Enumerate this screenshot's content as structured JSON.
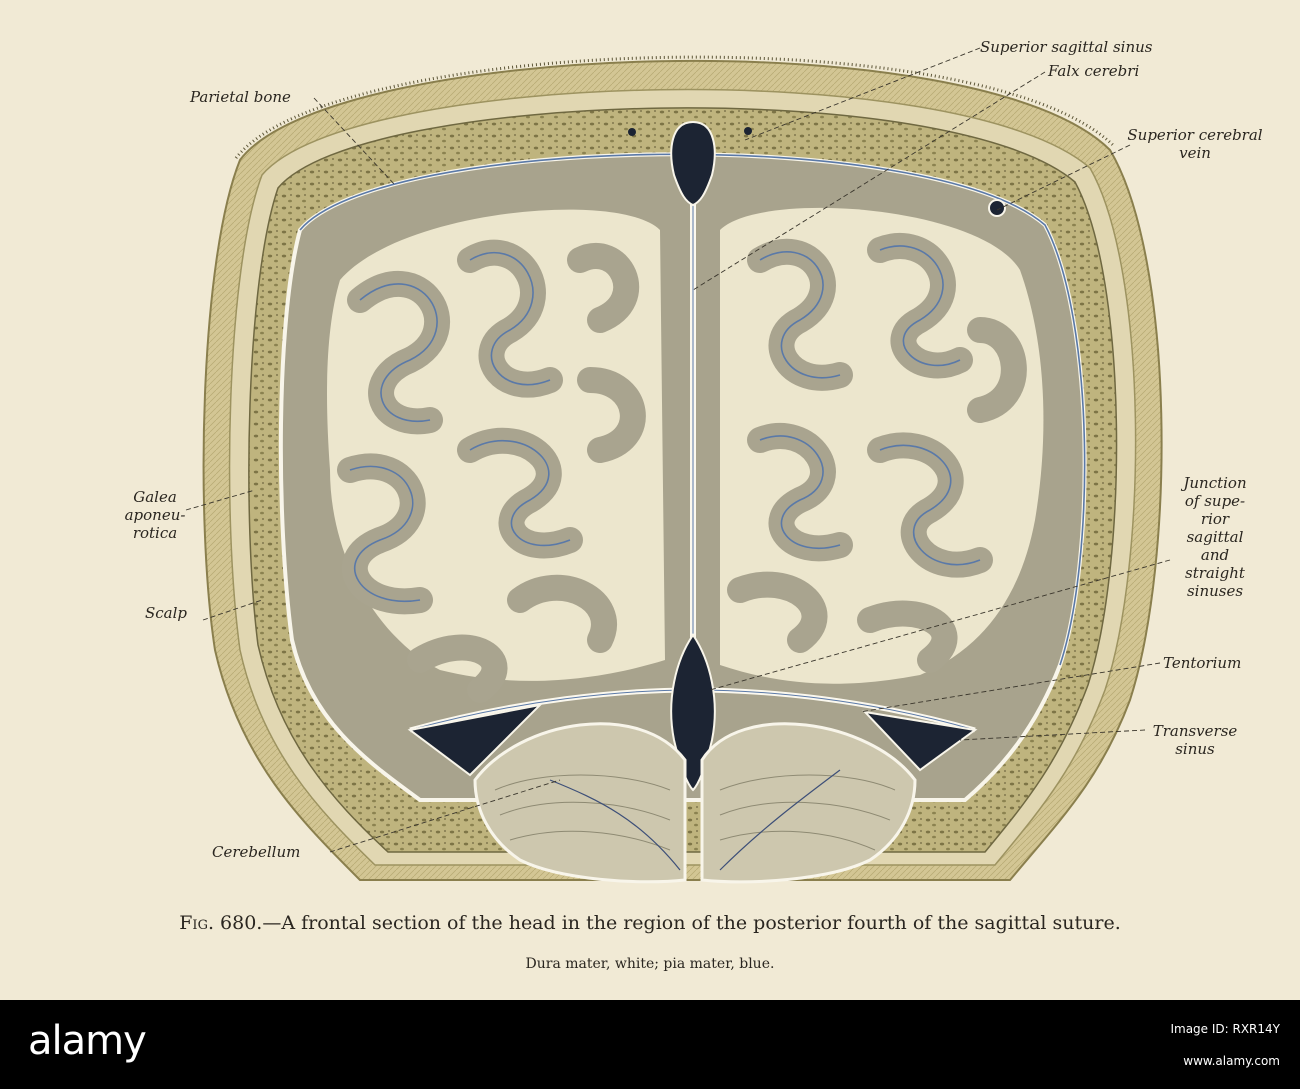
{
  "figure": {
    "labels": {
      "parietal_bone": "Parietal bone",
      "superior_sagittal_sinus": "Superior sagittal sinus",
      "falx_cerebri": "Falx cerebri",
      "superior_cerebral_vein": [
        "Superior cerebral",
        "vein"
      ],
      "galea_aponeurotica": [
        "Galea",
        "aponeu-",
        "rotica"
      ],
      "scalp": "Scalp",
      "junction": [
        "Junction",
        "of supe-",
        "rior",
        "sagittal",
        "and",
        "straight",
        "sinuses"
      ],
      "tentorium": "Tentorium",
      "transverse_sinus": [
        "Transverse",
        "sinus"
      ],
      "cerebellum": "Cerebellum"
    },
    "caption": {
      "prefix": "Fig. 680.",
      "text": "—A frontal section of the head in the region of the posterior fourth of the sagittal suture.",
      "subtext": "Dura mater, white; pia mater, blue."
    }
  },
  "watermark": {
    "logo": "alamy",
    "image_id": "Image ID: RXR14Y",
    "url": "www.alamy.com"
  },
  "colors": {
    "paper": "#f1ead5",
    "scalp": "#cdbf8e",
    "bone": "#b9ad74",
    "gray_matter": "#a9a590",
    "white_matter": "#ede7cf",
    "sinus": "#1c2433",
    "pia_blue": "#5a79a8"
  }
}
